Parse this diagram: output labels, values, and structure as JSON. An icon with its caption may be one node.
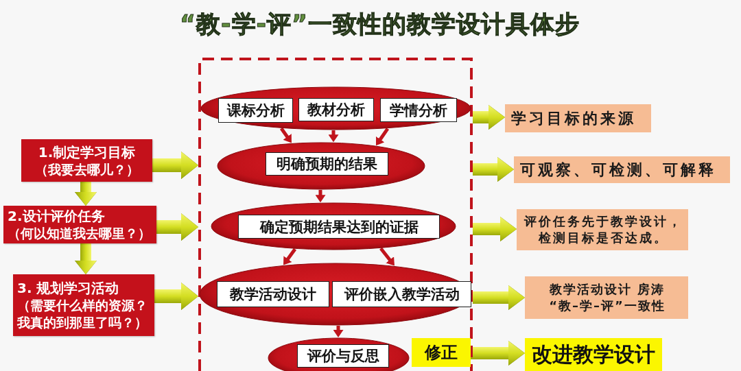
{
  "diagram": {
    "title": "“教-学-评”一致性的教学设计具体步",
    "nodes": [
      {
        "text": [
          "1.制定学习目标",
          "（我要去哪儿？）"
        ]
      },
      {
        "text": [
          "2.设计评价任务",
          "（何以知道我去哪里？）"
        ]
      },
      {
        "text": [
          "3. 规划学习活动",
          "（需要什么样的资源？我真的到那里了吗？）"
        ]
      },
      {
        "text": [],
        "shape": "box"
      },
      {
        "text": [],
        "shape": "ellipse",
        "in": 3
      },
      {
        "text": [
          "课标分析"
        ],
        "in": 4
      },
      {
        "text": [
          "教材分析"
        ],
        "in": 4
      },
      {
        "text": [
          "学情分析"
        ],
        "in": 4
      },
      {
        "text": [],
        "shape": "ellipse",
        "in": 3
      },
      {
        "text": [
          "明确预期的结果"
        ],
        "in": 8
      },
      {
        "text": [],
        "shape": "ellipse",
        "in": 3
      },
      {
        "text": [
          "确定预期结果达到的证据"
        ],
        "in": 10
      },
      {
        "text": [],
        "shape": "ellipse",
        "in": 3
      },
      {
        "text": [
          "教学活动设计"
        ],
        "in": 12
      },
      {
        "text": [
          "评价嵌入教学活动"
        ],
        "in": 12
      },
      {
        "text": [],
        "shape": "ellipse",
        "in": 3
      },
      {
        "text": [
          "评价与反思"
        ],
        "in": 15
      },
      {
        "text": [
          "修正"
        ],
        "in": 3
      },
      {
        "text": [
          "学习目标的来源"
        ]
      },
      {
        "text": [
          "可观察、可检测、可解释"
        ]
      },
      {
        "text": [
          "评价任务先于教学设计，检测目标是否达成。"
        ]
      },
      {
        "text": [
          "教学活动设计 房涛",
          "“教–学–评”一致性"
        ]
      },
      {
        "text": [
          "改进教学设计"
        ]
      }
    ],
    "edges": [
      {
        "from": 0,
        "to": 1,
        "arrow": "to"
      },
      {
        "from": 1,
        "to": 2,
        "arrow": "to"
      },
      {
        "from": 0,
        "to": 3,
        "arrow": "to"
      },
      {
        "from": 1,
        "to": 3,
        "arrow": "to"
      },
      {
        "from": 2,
        "to": 3,
        "arrow": "to"
      },
      {
        "from": 3,
        "to": 18,
        "arrow": "to"
      },
      {
        "from": 3,
        "to": 19,
        "arrow": "to"
      },
      {
        "from": 3,
        "to": 20,
        "arrow": "to"
      },
      {
        "from": 3,
        "to": 21,
        "arrow": "to"
      },
      {
        "from": 17,
        "to": 22,
        "arrow": "to"
      },
      {
        "from": 4,
        "to": 8,
        "arrow": "to",
        "color": "#c0141c"
      },
      {
        "from": 4,
        "to": 8,
        "arrow": "to",
        "color": "#c0141c"
      },
      {
        "from": 4,
        "to": 8,
        "arrow": "to",
        "color": "#c0141c"
      },
      {
        "from": 8,
        "to": 10,
        "arrow": "to",
        "color": "#c0141c"
      },
      {
        "from": 10,
        "to": 12,
        "arrow": "to",
        "color": "#c0141c"
      },
      {
        "from": 10,
        "to": 12,
        "arrow": "to",
        "color": "#c0141c"
      },
      {
        "from": 12,
        "to": 15,
        "arrow": "to",
        "color": "#c0141c"
      }
    ]
  }
}
